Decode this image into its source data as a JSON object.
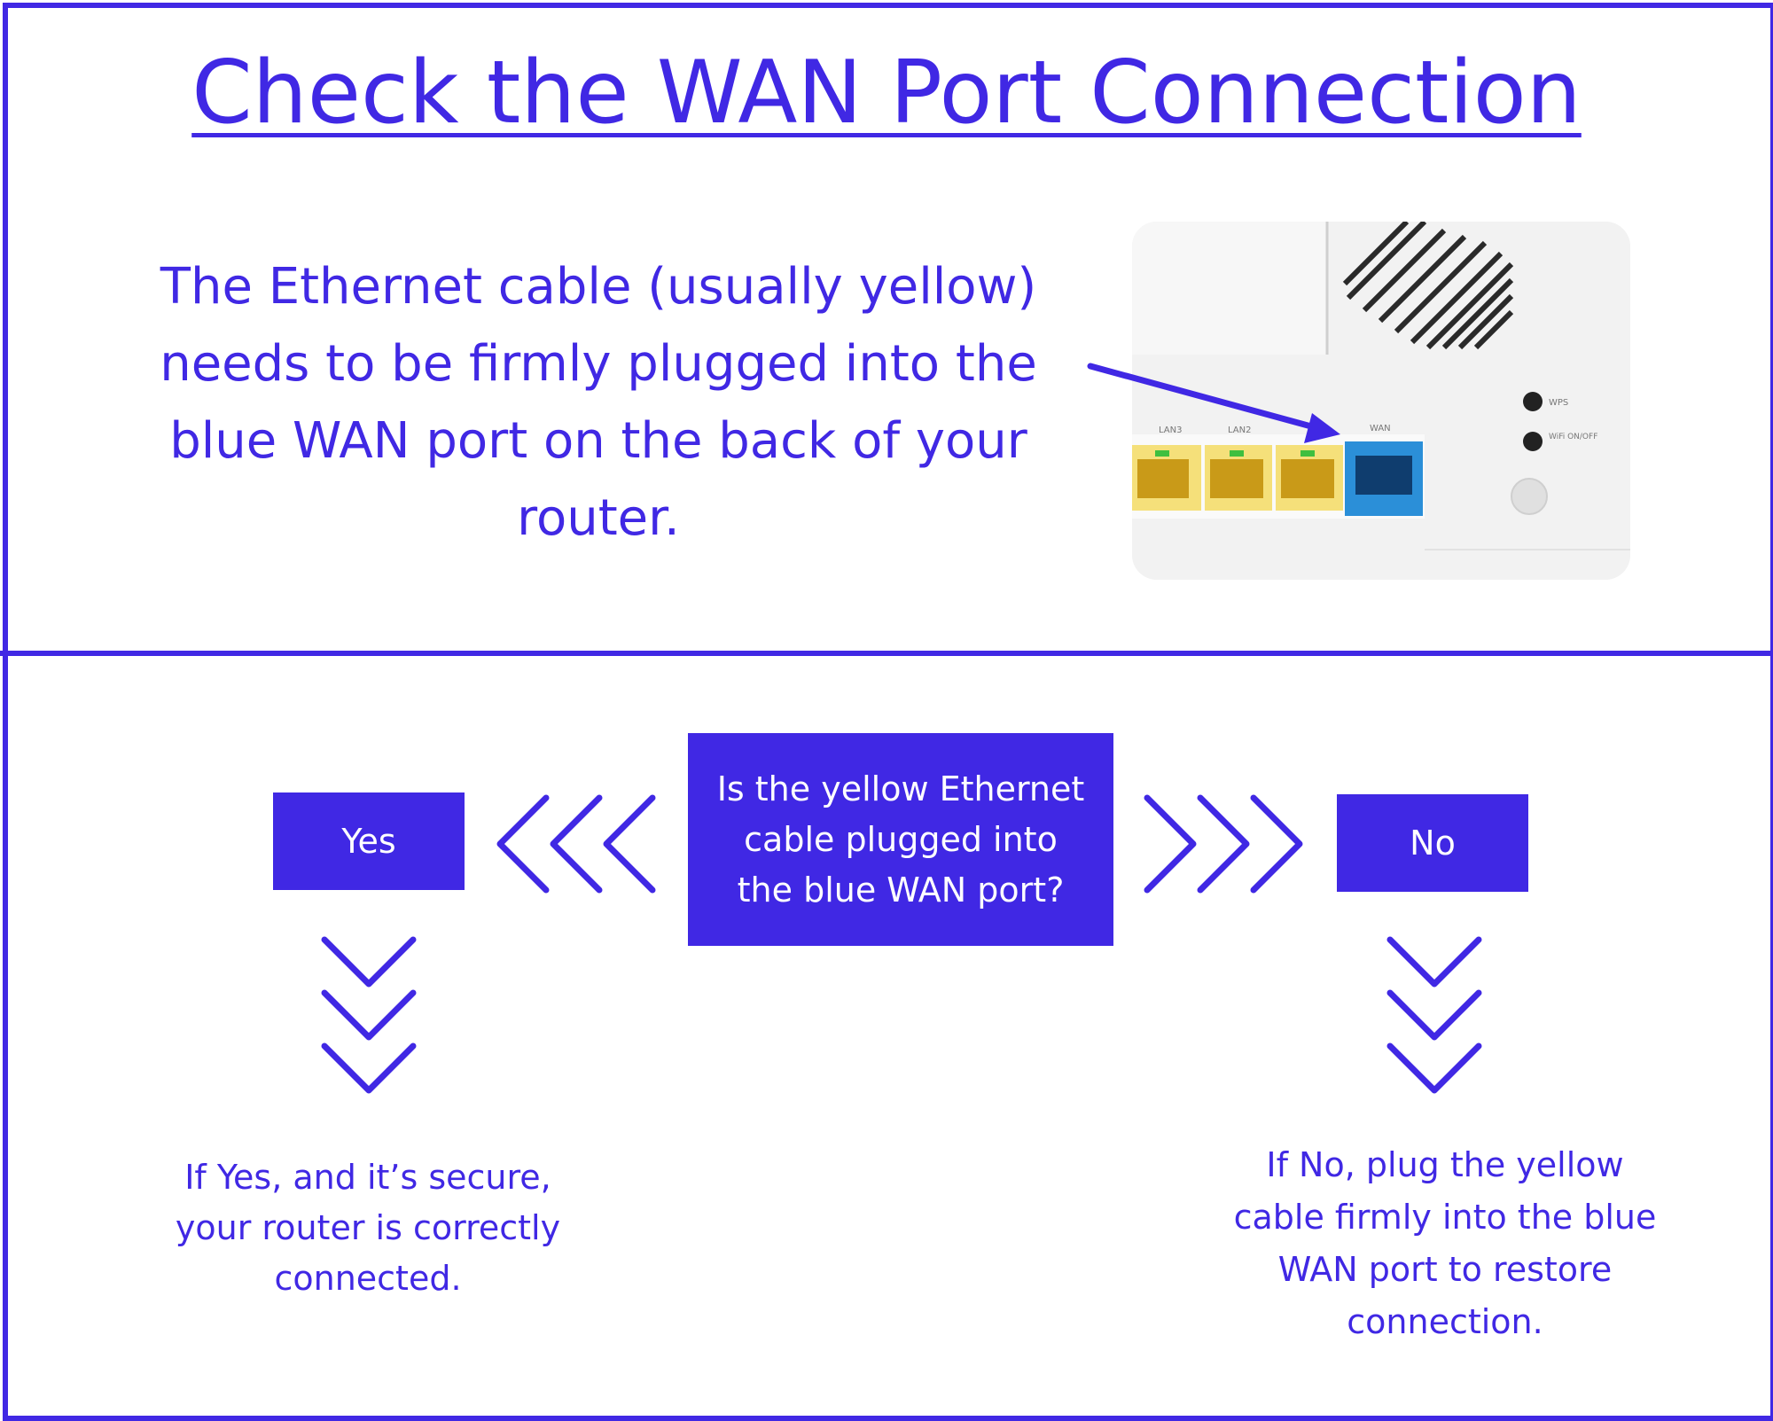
{
  "title": "Check the WAN Port Connection",
  "intro": "The Ethernet cable (usually yellow) needs to be firmly plugged into the blue WAN port on the back of your router.",
  "router_image": {
    "port_labels": [
      "LAN3",
      "LAN2",
      "WAN"
    ],
    "button_labels": [
      "WPS",
      "WiFi ON/OFF"
    ],
    "colors": {
      "lan_port": "#f5e07a",
      "wan_port": "#2b8fd8"
    }
  },
  "flow": {
    "question": "Is the yellow Ethernet cable plugged into the blue WAN port?",
    "yes_label": "Yes",
    "no_label": "No",
    "yes_result": "If Yes, and it’s secure, your router is correctly connected.",
    "no_result": "If No, plug the yellow cable firmly into the blue WAN port to restore connection."
  },
  "colors": {
    "accent": "#4028e4",
    "background": "#ffffff"
  },
  "icons": [
    "chevrons-left-icon",
    "chevrons-right-icon",
    "chevrons-down-icon"
  ]
}
